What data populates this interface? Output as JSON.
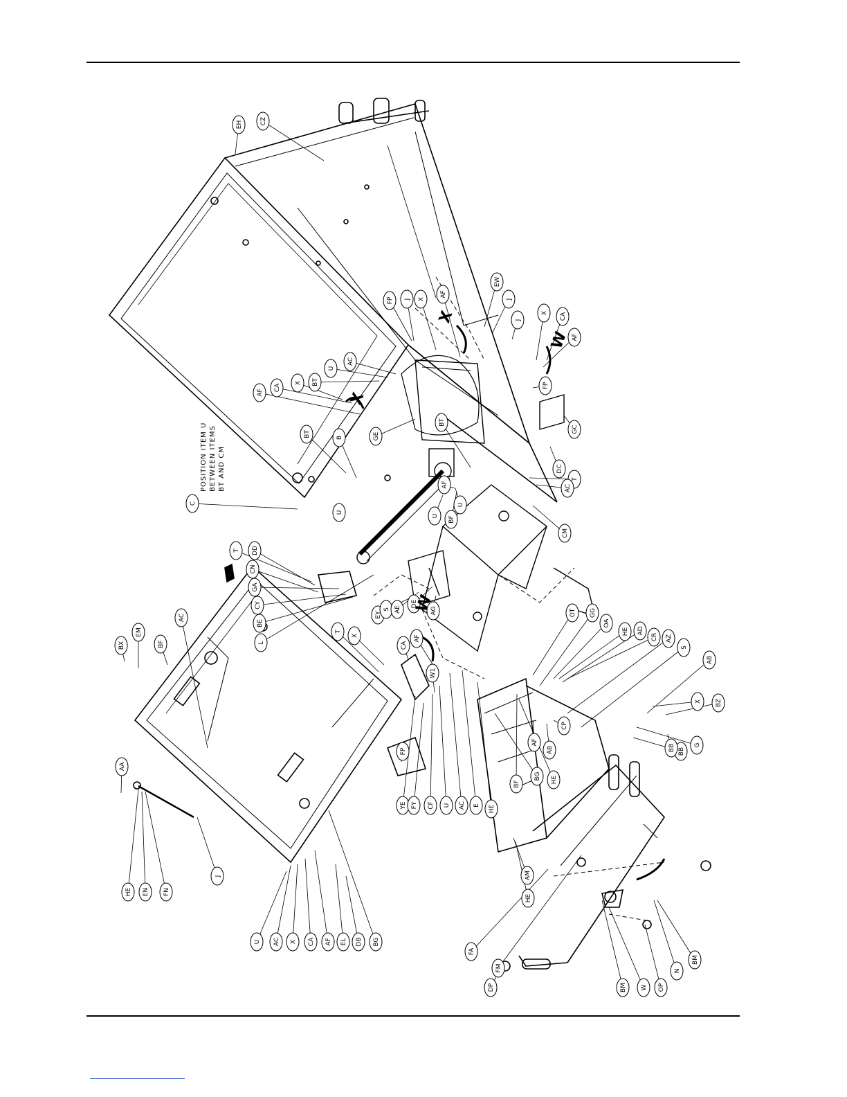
{
  "note": {
    "lines": [
      "POSITION ITEM U",
      "BETWEEN ITEMS",
      "BT AND CM"
    ]
  },
  "callouts": [
    "EH",
    "CZ",
    "FP",
    "J",
    "X",
    "AF",
    "EW",
    "J",
    "J",
    "X",
    "CA",
    "AF",
    "AC",
    "U",
    "BT",
    "X",
    "CA",
    "AF",
    "GE",
    "BT",
    "FP",
    "GC",
    "AF",
    "U",
    "BT",
    "B",
    "DC",
    "T",
    "AC",
    "U",
    "BF",
    "CM",
    "U",
    "C",
    "T",
    "DD",
    "CN",
    "GA",
    "CY",
    "BE",
    "L",
    "EY",
    "S",
    "AE",
    "DE",
    "AG",
    "BX",
    "EM",
    "BF",
    "AC",
    "T",
    "X",
    "CA",
    "AF",
    "W1",
    "YE",
    "FY",
    "CF",
    "U",
    "AC",
    "E",
    "HE",
    "BF",
    "HE",
    "OT",
    "GG",
    "OA",
    "HE",
    "AD",
    "CR",
    "AZ",
    "S",
    "AB",
    "X",
    "BZ",
    "AF",
    "AB",
    "CP",
    "G",
    "BB",
    "BB",
    "BG",
    "AM",
    "HE",
    "AA",
    "HE",
    "EN",
    "FN",
    "J",
    "FP",
    "U",
    "AC",
    "X",
    "CA",
    "AF",
    "EL",
    "DB",
    "BG",
    "FA",
    "FM",
    "DP",
    "BM",
    "W",
    "OP",
    "N",
    "BM"
  ],
  "view_letters": [
    "X",
    "W",
    "W",
    "X"
  ]
}
